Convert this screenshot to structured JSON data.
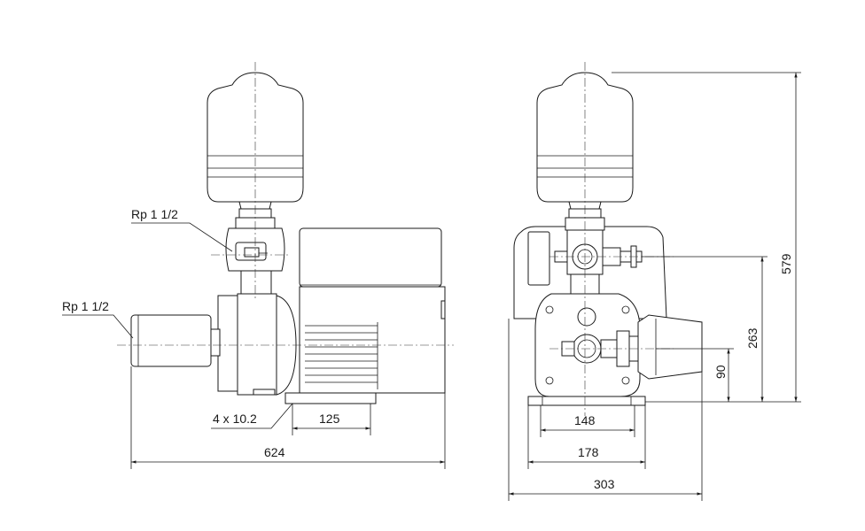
{
  "labels": {
    "connection_upper": "Rp 1 1/2",
    "connection_lower": "Rp 1 1/2",
    "holes": "4 x 10.2",
    "dim_125": "125",
    "dim_624": "624",
    "dim_148": "148",
    "dim_178": "178",
    "dim_303": "303",
    "dim_90": "90",
    "dim_263": "263",
    "dim_579": "579"
  }
}
